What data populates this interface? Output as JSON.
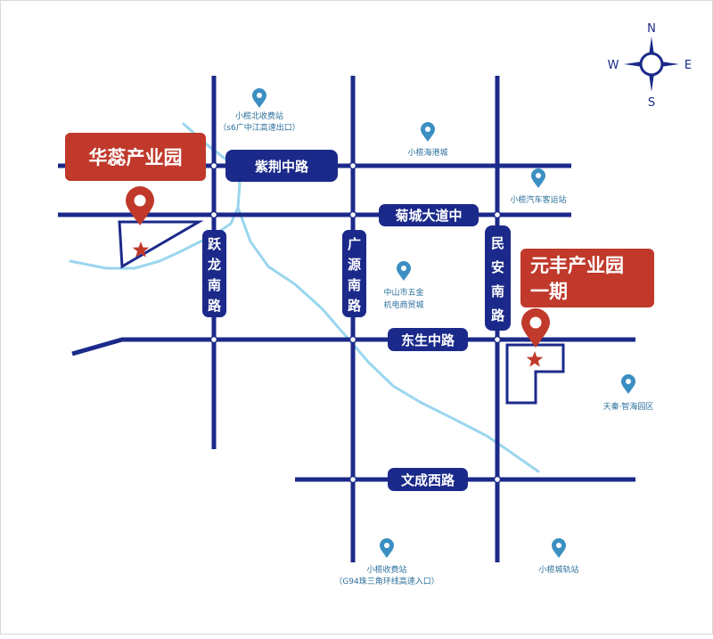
{
  "parks": [
    {
      "name": "华蕊产业园"
    },
    {
      "name_line1": "元丰产业园",
      "name_line2": "一期"
    }
  ],
  "roads": {
    "zijing": "紫荆中路",
    "jucheng": "菊城大道中",
    "dongsheng": "东生中路",
    "wencheng": "文成西路",
    "yuelong": [
      "跃",
      "龙",
      "南",
      "路"
    ],
    "guangyuan": [
      "广",
      "源",
      "南",
      "路"
    ],
    "minan": [
      "民",
      "安",
      "南",
      "路"
    ]
  },
  "pois": {
    "xiaolan_north_toll": {
      "line1": "小榄北收费站",
      "line2": "（s6广中江高速出口）"
    },
    "xiaolan_haigang": "小榄海港城",
    "xiaolan_bus_station": "小榄汽车客运站",
    "zhongshan_wujin": {
      "line1": "中山市五金",
      "line2": "机电商贸城"
    },
    "tianqin_zhihai": "天秦·智海园区",
    "xiaolan_toll": {
      "line1": "小榄收费站",
      "line2": "（G94珠三角环线高速入口）"
    },
    "xiaolan_rail": "小榄城轨站"
  },
  "compass": {
    "n": "N",
    "s": "S",
    "e": "E",
    "w": "W"
  },
  "colors": {
    "road": "#1b2a8a",
    "river": "#9ad6ee",
    "park": "#c0392b",
    "poi_pin": "#3b8fc2",
    "poi_text": "#2a6f9b"
  }
}
